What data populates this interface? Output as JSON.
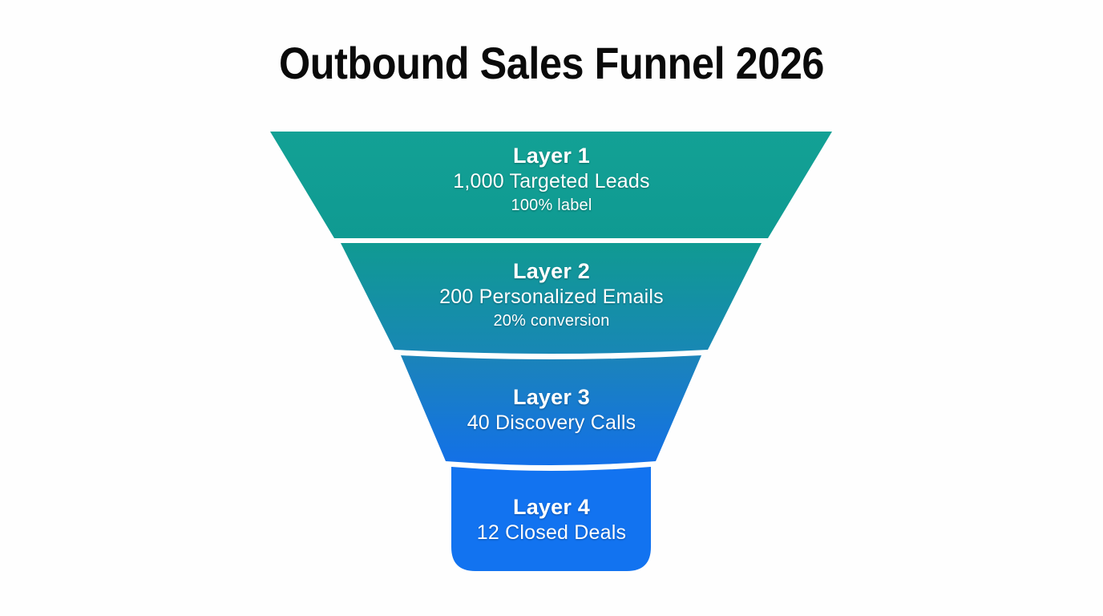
{
  "chart": {
    "title": "Outbound Sales Funnel 2026",
    "background_color": "#fefefe",
    "title_color": "#0a0a0a"
  },
  "chart_data": {
    "type": "funnel",
    "title": "Outbound Sales Funnel 2026",
    "xlabel": "",
    "ylabel": "",
    "legend": [],
    "grid": false,
    "categories": [
      "Layer 1",
      "Layer 2",
      "Layer 3",
      "Layer 4"
    ],
    "values": [
      1000,
      200,
      40,
      12
    ],
    "stages": [
      {
        "name": "Layer 1",
        "value": 1000,
        "value_label": "1,000 Targeted Leads",
        "pct_label": "100% label",
        "color_top": "#13a195",
        "color_bottom": "#0f9a92",
        "top_width": 701,
        "bottom_width": 541
      },
      {
        "name": "Layer 2",
        "value": 200,
        "value_label": "200 Personalized Emails",
        "pct_label": "20% conversion",
        "color_top": "#109a92",
        "color_bottom": "#1887b5",
        "top_width": 525,
        "bottom_width": 390
      },
      {
        "name": "Layer 3",
        "value": 40,
        "value_label": "40 Discovery Calls",
        "pct_label": "",
        "color_top": "#1b84b9",
        "color_bottom": "#1370e8",
        "top_width": 376,
        "bottom_width": 262
      },
      {
        "name": "Layer 4",
        "value": 12,
        "value_label": "12 Closed Deals",
        "pct_label": "",
        "color_top": "#1273f0",
        "color_bottom": "#1273f0",
        "top_width": 250,
        "bottom_width": 250
      }
    ]
  }
}
